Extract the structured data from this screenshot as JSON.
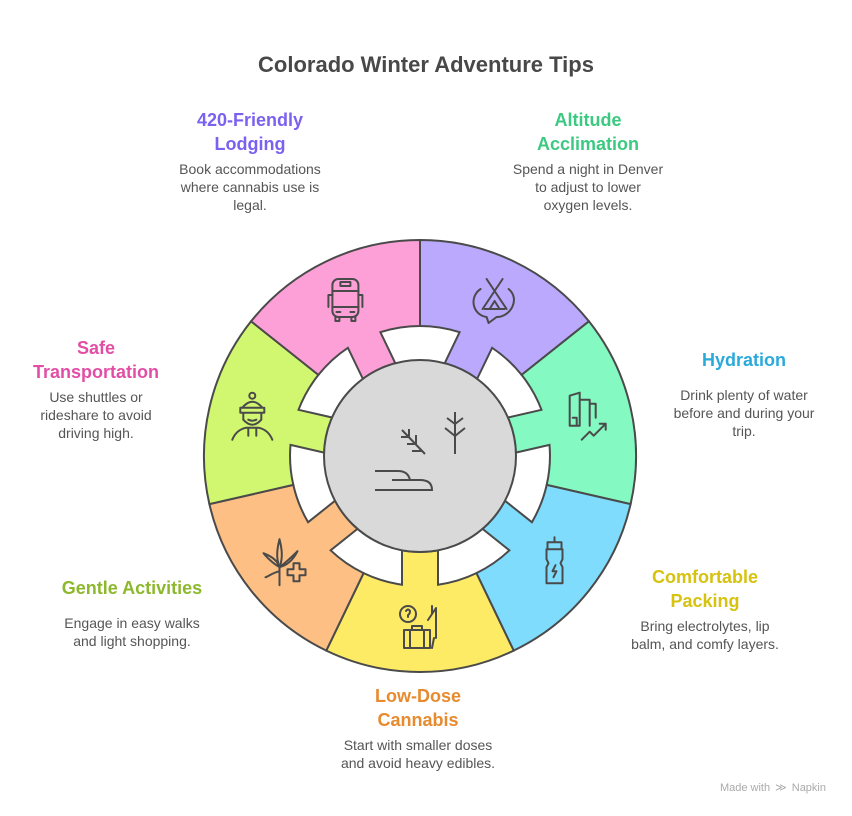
{
  "title": "Colorado Winter Adventure Tips",
  "credit": {
    "text": "Made with",
    "brand": "Napkin"
  },
  "tips": [
    {
      "id": "lodging",
      "heading": "420-Friendly\nLodging",
      "desc": "Book accommodations\nwhere cannabis use is\nlegal.",
      "color": "#7b61f0",
      "fill": "#baa9fd",
      "icon": "tent-icon"
    },
    {
      "id": "altitude",
      "heading": "Altitude\nAcclimation",
      "desc": "Spend a night in Denver\nto adjust to lower\noxygen levels.",
      "color": "#3cc981",
      "fill": "#84f9c1",
      "icon": "city-growth-icon"
    },
    {
      "id": "hydration",
      "heading": "Hydration",
      "desc": "Drink plenty of water\nbefore and during your\ntrip.",
      "color": "#2aa9db",
      "fill": "#7fdcfd",
      "icon": "water-bottle-icon"
    },
    {
      "id": "packing",
      "heading": "Comfortable\nPacking",
      "desc": "Bring electrolytes, lip\nbalm, and comfy layers.",
      "color": "#d6c20f",
      "fill": "#fdeb65",
      "icon": "luggage-icon"
    },
    {
      "id": "cannabis",
      "heading": "Low-Dose\nCannabis",
      "desc": "Start with smaller doses\nand avoid heavy edibles.",
      "color": "#e88a2e",
      "fill": "#fdbf84",
      "icon": "cannabis-leaf-icon"
    },
    {
      "id": "activities",
      "heading": "Gentle Activities",
      "desc": "Engage in easy walks\nand light shopping.",
      "color": "#8db82d",
      "fill": "#d1f66f",
      "icon": "person-beanie-icon"
    },
    {
      "id": "transport",
      "heading": "Safe\nTransportation",
      "desc": "Use shuttles or\nrideshare to avoid\ndriving high.",
      "color": "#e24ea6",
      "fill": "#fda0d7",
      "icon": "bus-icon"
    }
  ],
  "center": {
    "icon": "winter-landscape-icon",
    "fill": "#d9d9d9"
  }
}
